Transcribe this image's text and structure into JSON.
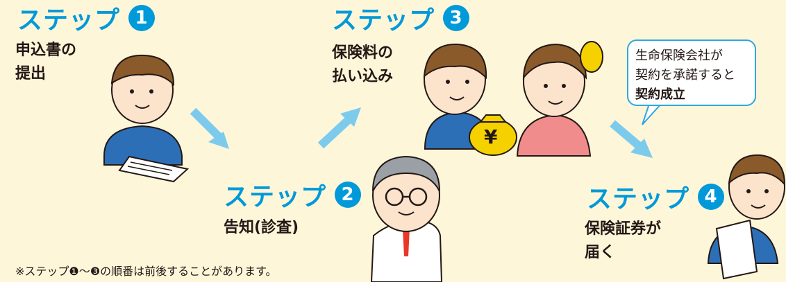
{
  "colors": {
    "accent": "#0099d9",
    "arrow": "#7ccbed",
    "background": "#fdf6d9"
  },
  "steps": [
    {
      "label": "ステップ",
      "number": "1",
      "desc": "申込書の\n提出"
    },
    {
      "label": "ステップ",
      "number": "2",
      "desc": "告知(診査)"
    },
    {
      "label": "ステップ",
      "number": "3",
      "desc": "保険料の\n払い込み"
    },
    {
      "label": "ステップ",
      "number": "4",
      "desc": "保険証券が\n届く"
    }
  ],
  "bubble": {
    "line1": "生命保険会社が",
    "line2": "契約を承諾すると",
    "line3": "契約成立"
  },
  "note": "※ステップ❶〜❸の順番は前後することがあります。",
  "money_symbol": "¥",
  "illustrations": [
    "person-writing",
    "doctor",
    "person-paying",
    "person-receiving",
    "person-reading"
  ]
}
